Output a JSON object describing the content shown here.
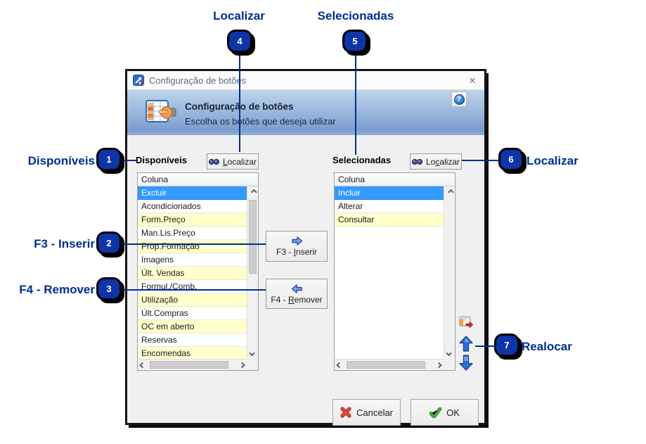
{
  "colors": {
    "annotation": "#002d8f",
    "badge_fill": "#0d35a8",
    "selected_row": "#3399ff",
    "alt_row": "#ffffcc",
    "header_gradient_top": "#c0d4eb",
    "header_gradient_bottom": "#7b9ecf"
  },
  "annotations": {
    "badge_1": {
      "num": "1",
      "label": "Disponíveis"
    },
    "badge_2": {
      "num": "2",
      "label": "F3 - Inserir"
    },
    "badge_3": {
      "num": "3",
      "label": "F4 - Remover"
    },
    "badge_4": {
      "num": "4",
      "label": "Localizar"
    },
    "badge_5": {
      "num": "5",
      "label": "Selecionadas"
    },
    "badge_6": {
      "num": "6",
      "label": "Localizar"
    },
    "badge_7": {
      "num": "7",
      "label": "Realocar"
    }
  },
  "dialog": {
    "titlebar": {
      "title": "Configuração de botões",
      "close_glyph": "×"
    },
    "header": {
      "title": "Configuração de botões",
      "subtitle": "Escolha os botões que deseja utilizar",
      "help_glyph": "?"
    },
    "available": {
      "label": "Disponíveis",
      "find": {
        "pre": "",
        "key": "L",
        "post": "ocalizar"
      },
      "column": "Coluna",
      "rows": [
        "Excluir",
        "Acondicionados",
        "Form.Preço",
        "Man.Lis.Preço",
        "Prop.Formação",
        "Imagens",
        "Últ. Vendas",
        "Formul./Comb.",
        "Utilização",
        "Últ.Compras",
        "OC em aberto",
        "Reservas",
        "Encomendas"
      ]
    },
    "selected": {
      "label": "Selecionadas",
      "find": {
        "pre": "Lo",
        "key": "c",
        "post": "alizar"
      },
      "column": "Coluna",
      "rows": [
        "Incluir",
        "Alterar",
        "Consultar"
      ]
    },
    "transfer": {
      "insert": {
        "pre": "F3 - ",
        "key": "I",
        "post": "nserir"
      },
      "remove": {
        "pre": "F4 - ",
        "key": "R",
        "post": "emover"
      }
    },
    "footer": {
      "cancel": "Cancelar",
      "ok": "OK"
    }
  }
}
